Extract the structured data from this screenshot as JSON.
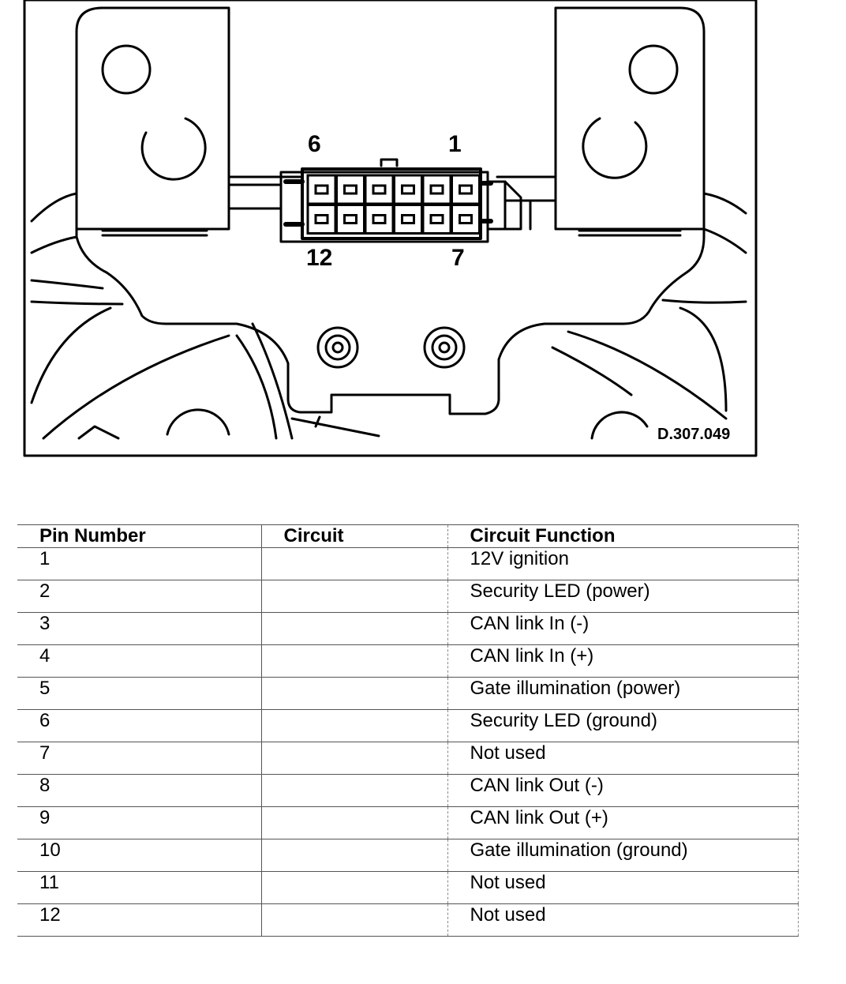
{
  "figure": {
    "pin_labels": {
      "top_left": "6",
      "top_right": "1",
      "bottom_left": "12",
      "bottom_right": "7"
    },
    "reference": "D.307.049"
  },
  "table": {
    "headers": {
      "pin": "Pin Number",
      "circuit": "Circuit",
      "function": "Circuit Function"
    },
    "rows": [
      {
        "pin": "1",
        "circuit": "",
        "function": "12V ignition"
      },
      {
        "pin": "2",
        "circuit": "",
        "function": "Security LED (power)"
      },
      {
        "pin": "3",
        "circuit": "",
        "function": "CAN link In (-)"
      },
      {
        "pin": "4",
        "circuit": "",
        "function": "CAN link In (+)"
      },
      {
        "pin": "5",
        "circuit": "",
        "function": "Gate illumination (power)"
      },
      {
        "pin": "6",
        "circuit": "",
        "function": "Security LED (ground)"
      },
      {
        "pin": "7",
        "circuit": "",
        "function": "Not used"
      },
      {
        "pin": "8",
        "circuit": "",
        "function": "CAN link Out (-)"
      },
      {
        "pin": "9",
        "circuit": "",
        "function": "CAN link Out (+)"
      },
      {
        "pin": "10",
        "circuit": "",
        "function": "Gate illumination (ground)"
      },
      {
        "pin": "11",
        "circuit": "",
        "function": "Not used"
      },
      {
        "pin": "12",
        "circuit": "",
        "function": "Not used"
      }
    ]
  }
}
